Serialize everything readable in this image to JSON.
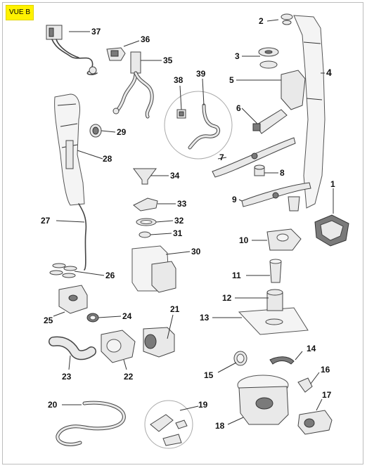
{
  "view_label": "VUE B",
  "callouts": {
    "n1": "1",
    "n2": "2",
    "n3": "3",
    "n4": "4",
    "n5": "5",
    "n6": "6",
    "n7": "7",
    "n8": "8",
    "n9": "9",
    "n10": "10",
    "n11": "11",
    "n12": "12",
    "n13": "13",
    "n14": "14",
    "n15": "15",
    "n16": "16",
    "n17": "17",
    "n18": "18",
    "n19": "19",
    "n20": "20",
    "n21": "21",
    "n22": "22",
    "n23": "23",
    "n24": "24",
    "n25": "25",
    "n26": "26",
    "n27": "27",
    "n28": "28",
    "n29": "29",
    "n30": "30",
    "n31": "31",
    "n32": "32",
    "n33": "33",
    "n34": "34",
    "n35": "35",
    "n36": "36",
    "n37": "37",
    "n38": "38",
    "n39": "39"
  },
  "colors": {
    "badge": "#fff200",
    "frame": "#bdbdbd",
    "line": "#333333"
  }
}
